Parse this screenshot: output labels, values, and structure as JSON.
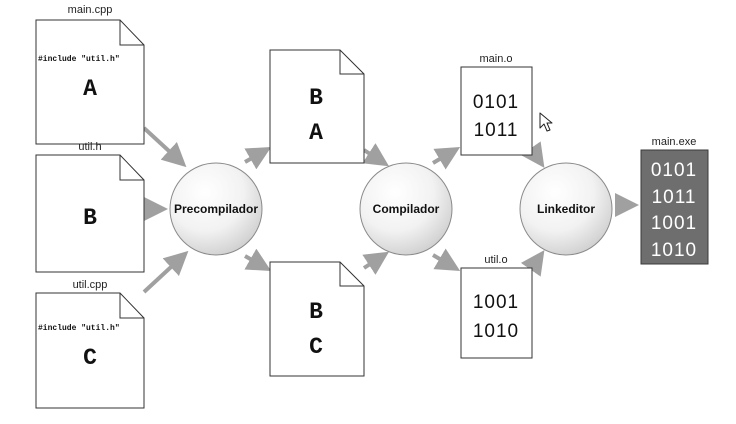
{
  "files": {
    "main_cpp": {
      "name": "main.cpp",
      "include": "#include \"util.h\"",
      "content": "A"
    },
    "util_h": {
      "name": "util.h",
      "content": "B"
    },
    "util_cpp": {
      "name": "util.cpp",
      "include": "#include \"util.h\"",
      "content": "C"
    }
  },
  "processes": {
    "precompiler": "Precompilador",
    "compiler": "Compilador",
    "linker": "Linkeditor"
  },
  "preprocessed": {
    "top": [
      "B",
      "A"
    ],
    "bottom": [
      "B",
      "C"
    ]
  },
  "objects": {
    "main_o": {
      "name": "main.o",
      "lines": [
        "0101",
        "1011"
      ]
    },
    "util_o": {
      "name": "util.o",
      "lines": [
        "1001",
        "1010"
      ]
    }
  },
  "executable": {
    "name": "main.exe",
    "lines": [
      "0101",
      "1011",
      "1001",
      "1010"
    ]
  },
  "colors": {
    "arrow": "#a0a0a0",
    "exe_fill": "#6e6e6e",
    "node_edge": "#8a8a8a"
  },
  "icons": [
    "mouse-cursor-icon"
  ]
}
